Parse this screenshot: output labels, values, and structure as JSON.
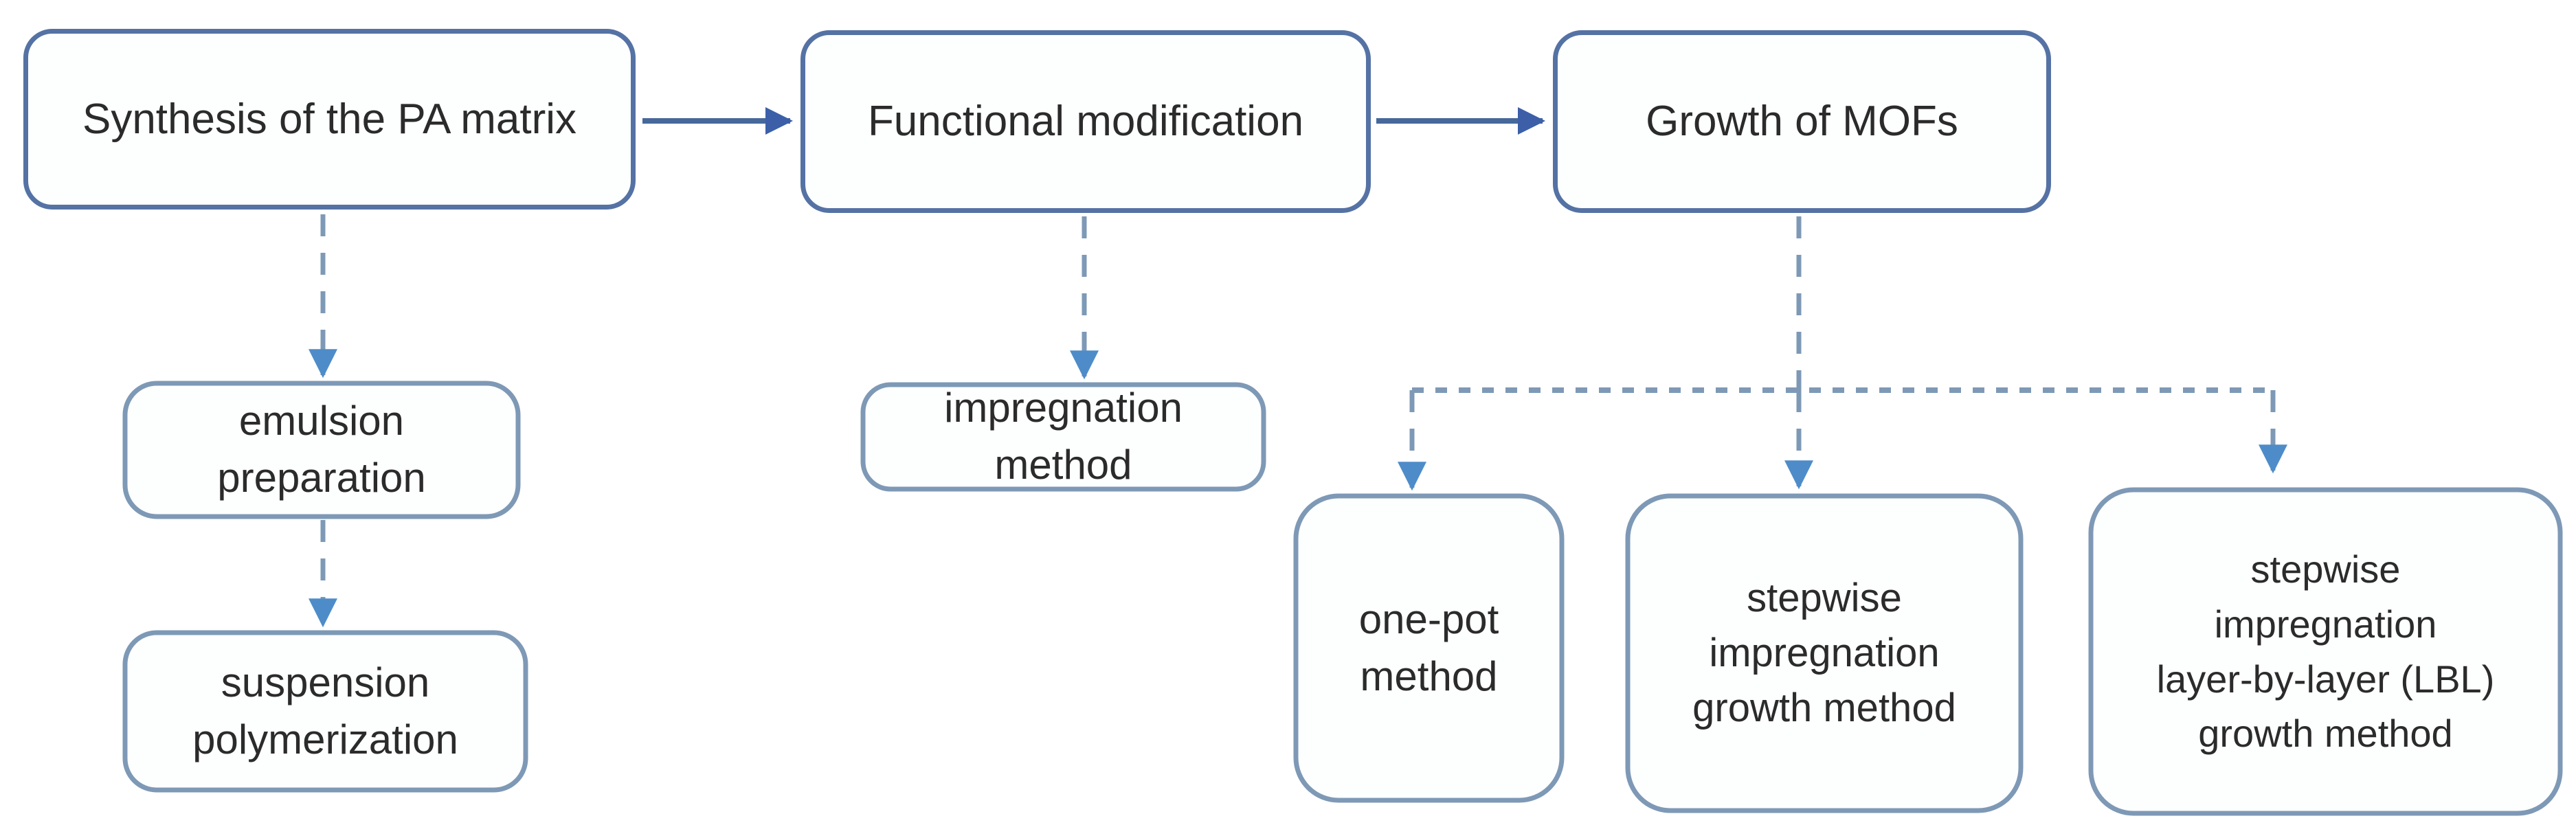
{
  "flowchart": {
    "description": "Preparation route flowchart: synthesis of PA matrix, functional modification, growth of MOFs",
    "main_steps": [
      {
        "label": "Synthesis of the PA matrix",
        "sub_methods": [
          "emulsion\npreparation",
          "suspension\npolymerization"
        ]
      },
      {
        "label": "Functional modification",
        "sub_methods": [
          "impregnation\nmethod"
        ]
      },
      {
        "label": "Growth of MOFs",
        "sub_methods": [
          "one-pot\nmethod",
          "stepwise\nimpregnation\ngrowth method",
          "stepwise\nimpregnation\nlayer-by-layer (LBL)\ngrowth method"
        ]
      }
    ]
  },
  "colors": {
    "solid-border": "#5572a4",
    "solid-arrow": "#46689b",
    "solid-arrow-head": "#3c5fa8",
    "dash": "#7e99b6",
    "dash-arrow": "#4e8cc9",
    "text": "#2b2b2b",
    "box-bg": "#fdfefe",
    "canvas-bg": "#ffffff"
  }
}
